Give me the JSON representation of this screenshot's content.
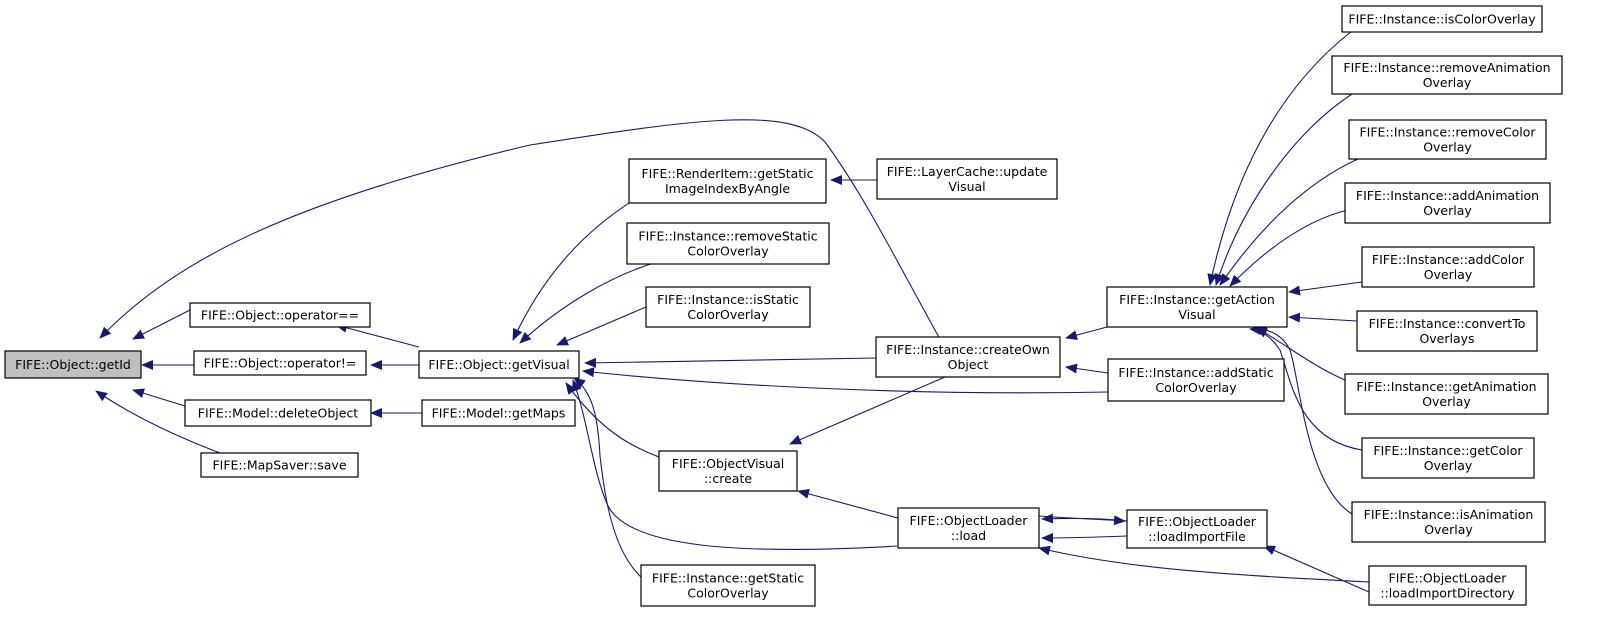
{
  "colors": {
    "edge": "#191970",
    "root_fill": "#bfbfbf",
    "node_fill": "#ffffff",
    "node_border": "#000000"
  },
  "nodes": {
    "getId": [
      "FIFE::Object::getId"
    ],
    "opEq": [
      "FIFE::Object::operator=="
    ],
    "opNeq": [
      "FIFE::Object::operator!="
    ],
    "deleteObject": [
      "FIFE::Model::deleteObject"
    ],
    "mapSave": [
      "FIFE::MapSaver::save"
    ],
    "getVisual": [
      "FIFE::Object::getVisual"
    ],
    "getMaps": [
      "FIFE::Model::getMaps"
    ],
    "renderItem": [
      "FIFE::RenderItem::getStatic",
      "ImageIndexByAngle"
    ],
    "removeStaticCO": [
      "FIFE::Instance::removeStatic",
      "ColorOverlay"
    ],
    "isStaticCO": [
      "FIFE::Instance::isStatic",
      "ColorOverlay"
    ],
    "ovCreate": [
      "FIFE::ObjectVisual",
      "::create"
    ],
    "getStaticCO": [
      "FIFE::Instance::getStatic",
      "ColorOverlay"
    ],
    "layerCache": [
      "FIFE::LayerCache::update",
      "Visual"
    ],
    "createOwn": [
      "FIFE::Instance::createOwn",
      "Object"
    ],
    "olLoad": [
      "FIFE::ObjectLoader",
      "::load"
    ],
    "getActionVisual": [
      "FIFE::Instance::getAction",
      "Visual"
    ],
    "addStaticCO": [
      "FIFE::Instance::addStatic",
      "ColorOverlay"
    ],
    "olImportFile": [
      "FIFE::ObjectLoader",
      "::loadImportFile"
    ],
    "isColorOverlay": [
      "FIFE::Instance::isColorOverlay"
    ],
    "removeAnimOv": [
      "FIFE::Instance::removeAnimation",
      "Overlay"
    ],
    "removeColorOv": [
      "FIFE::Instance::removeColor",
      "Overlay"
    ],
    "addAnimOv": [
      "FIFE::Instance::addAnimation",
      "Overlay"
    ],
    "addColorOv": [
      "FIFE::Instance::addColor",
      "Overlay"
    ],
    "convertTo": [
      "FIFE::Instance::convertTo",
      "Overlays"
    ],
    "getAnimOv": [
      "FIFE::Instance::getAnimation",
      "Overlay"
    ],
    "getColorOv": [
      "FIFE::Instance::getColor",
      "Overlay"
    ],
    "isAnimOv": [
      "FIFE::Instance::isAnimation",
      "Overlay"
    ],
    "olImportDir": [
      "FIFE::ObjectLoader",
      "::loadImportDirectory"
    ]
  }
}
